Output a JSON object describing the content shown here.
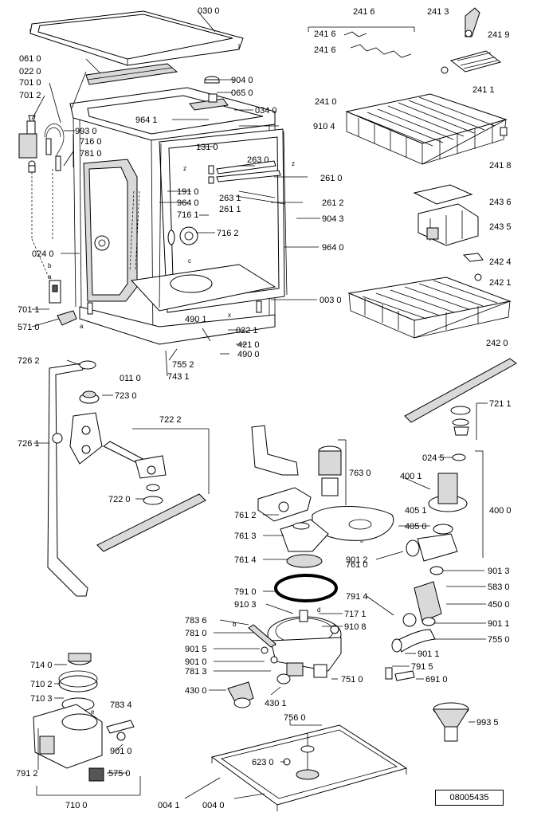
{
  "reference_code": "08005435",
  "callouts": {
    "c0300": "030 0",
    "c2416a": "241 6",
    "c2413": "241 3",
    "c2416b": "241 6",
    "c2419": "241 9",
    "c2416c": "241 6",
    "c0610": "061 0",
    "c0220": "022 0",
    "c2411": "241 1",
    "c7010": "701 0",
    "c9040": "904 0",
    "c7012": "701 2",
    "c0650": "065 0",
    "c0340": "034 0",
    "c2410": "241 0",
    "c9930": "993 0",
    "c9641": "964 1",
    "c9104": "910 4",
    "c7160": "716 0",
    "c7810": "781 0",
    "c1310": "131 0",
    "c2418": "241 8",
    "c2630": "263 0",
    "c2610": "261 0",
    "c1910": "191 0",
    "c9640a": "964 0",
    "c2631": "263 1",
    "c2611": "261 1",
    "c2612": "261 2",
    "c2436": "243 6",
    "c7161": "716 1",
    "c9043": "904 3",
    "c2435": "243 5",
    "c7162": "716 2",
    "c0240": "024 0",
    "c9640b": "964 0",
    "c2424": "242 4",
    "c2421": "242 1",
    "c7011": "701 1",
    "c0030": "003 0",
    "c5710": "571 0",
    "c4901": "490 1",
    "c0221": "022 1",
    "c4210": "421 0",
    "c4900": "490 0",
    "c2420": "242 0",
    "c7262": "726 2",
    "c7552": "755 2",
    "c0110": "011 0",
    "c7431": "743 1",
    "c7230": "723 0",
    "c7211": "721 1",
    "c7222": "722 2",
    "c7261": "726 1",
    "c7630": "763 0",
    "c0245": "024 5",
    "c4001": "400 1",
    "c7220": "722 0",
    "c7612": "761 2",
    "c4051": "405 1",
    "c4000": "400 0",
    "c4050": "405 0",
    "c7613": "761 3",
    "c7610": "761 0",
    "c7614": "761 4",
    "c9012": "901 2",
    "c9013": "901 3",
    "c5830": "583 0",
    "c7910": "791 0",
    "c7914": "791 4",
    "c4500": "450 0",
    "c9103": "910 3",
    "c7171": "717 1",
    "c7836": "783 6",
    "c9011a": "901 1",
    "c9108": "910 8",
    "c7810b": "781 0",
    "c7550": "755 0",
    "c9015": "901 5",
    "c9011b": "901 1",
    "c9010a": "901 0",
    "c7915": "791 5",
    "c7813": "781 3",
    "c7140": "714 0",
    "c7510": "751 0",
    "c6910": "691 0",
    "c7102": "710 2",
    "c4300": "430 0",
    "c7103": "710 3",
    "c7834": "783 4",
    "c4301": "430 1",
    "c9935": "993 5",
    "c7560": "756 0",
    "c9010b": "901 0",
    "c6230": "623 0",
    "c7912": "791 2",
    "c5750": "575 0",
    "c7100": "710 0",
    "c0041": "004 1",
    "c0040": "004 0"
  },
  "letters": {
    "a1": "a",
    "a2": "a",
    "b1": "b",
    "b2": "b",
    "c": "c",
    "d": "d",
    "e": "e",
    "x": "x",
    "z1": "z",
    "z2": "z"
  }
}
